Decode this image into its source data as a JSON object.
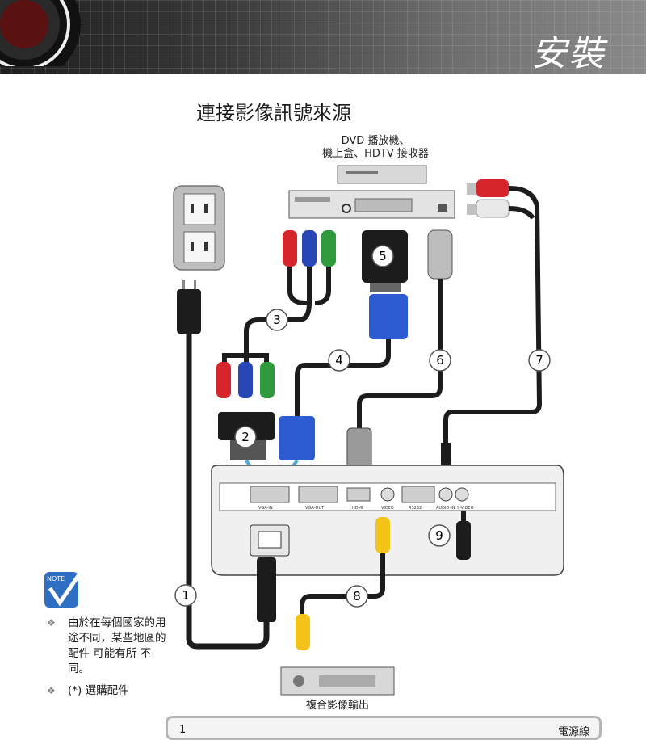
{
  "header": {
    "title": "安裝"
  },
  "page_title": "連接影像訊號來源",
  "devices": {
    "dvd_label_line1": "DVD 播放機、",
    "dvd_label_line2": "機上盒、HDTV 接收器",
    "composite_label": "複合影像輸出"
  },
  "projector_ports": [
    "VGA-IN",
    "VGA-OUT",
    "HDMI",
    "VIDEO",
    "RS232",
    "AUDIO-IN",
    "S-VIDEO"
  ],
  "cable_numbers": [
    "1",
    "2",
    "3",
    "4",
    "5",
    "6",
    "7",
    "8",
    "9"
  ],
  "note": {
    "badge": "NOTE",
    "items": [
      "由於在每個國家的用途不同，某些地區的配件 可能有所 不同。",
      "(*) 選購配件"
    ]
  },
  "cable_table": {
    "row1_num": "1",
    "row1_label": "電源線"
  },
  "colors": {
    "red": "#d6262b",
    "blue": "#2846b4",
    "green": "#2f9a3c",
    "yellow": "#f3c417",
    "cable": "#1c1c1c",
    "vga_blue": "#2d5bd1",
    "light_blue": "#4fa8dc"
  }
}
